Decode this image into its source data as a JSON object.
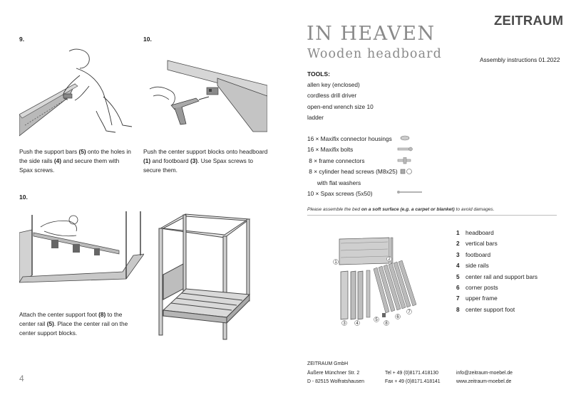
{
  "left_page": {
    "step9": {
      "number": "9.",
      "caption_parts": [
        "Push the support bars ",
        "(5)",
        " onto the holes in the side rails ",
        "(4)",
        " and secure them with Spax screws."
      ]
    },
    "step10a": {
      "number": "10.",
      "caption_parts": [
        "Push the center support blocks onto headboard ",
        "(1)",
        " and footboard ",
        "(3)",
        ". Use Spax screws to secure them."
      ]
    },
    "step10b": {
      "number": "10.",
      "caption_parts": [
        "Attach the center support foot ",
        "(8)",
        " to the center rail ",
        "(5)",
        ". Place the center rail on the center support blocks."
      ]
    },
    "page_number": "4"
  },
  "right_page": {
    "brand": {
      "part1": "ZEIT",
      "part2": "RAUM"
    },
    "title": "IN HEAVEN",
    "subtitle": "Wooden headboard",
    "assembly_label": "Assembly instructions 01.2022",
    "tools_heading": "TOOLS:",
    "tools": [
      "allen key (enclosed)",
      "cordless drill driver",
      "open-end wrench size 10",
      "ladder"
    ],
    "parts": [
      {
        "text": "16 × Maxifix connector housings",
        "icon": "connector-housing-icon"
      },
      {
        "text": "16 × Maxifix bolts",
        "icon": "bolt-icon"
      },
      {
        "text": " 8 × frame connectors",
        "icon": "frame-connector-icon"
      },
      {
        "text": " 8 × cylinder head screws (M8x25)",
        "icon": "cylinder-screw-icon"
      },
      {
        "text": "      with flat washers",
        "icon": ""
      },
      {
        "text": "10 × Spax screws (5x50)",
        "icon": "spax-screw-icon"
      }
    ],
    "note": {
      "pre": "Please assemble the bed ",
      "bold": "on a soft surface (e.g. a carpet or blanket)",
      "post": " to avoid damages."
    },
    "legend": [
      {
        "n": "1",
        "label": "headboard"
      },
      {
        "n": "2",
        "label": "vertical bars"
      },
      {
        "n": "3",
        "label": "footboard"
      },
      {
        "n": "4",
        "label": "side rails"
      },
      {
        "n": "5",
        "label": "center rail and support bars"
      },
      {
        "n": "6",
        "label": "corner posts"
      },
      {
        "n": "7",
        "label": "upper frame"
      },
      {
        "n": "8",
        "label": "center support foot"
      }
    ],
    "diagram_labels": [
      "1",
      "2",
      "3",
      "4",
      "5",
      "6",
      "7",
      "8"
    ],
    "footer": {
      "company": "ZEITRAUM GmbH",
      "street": "Äußere Münchner Str. 2",
      "city": "D - 82515 Wolfratshausen",
      "tel": "Tel  + 49 (0)8171.418130",
      "fax": "Fax + 49 (0)8171.418141",
      "email": "info@zeitraum-moebel.de",
      "web": "www.zeitraum-moebel.de"
    }
  }
}
